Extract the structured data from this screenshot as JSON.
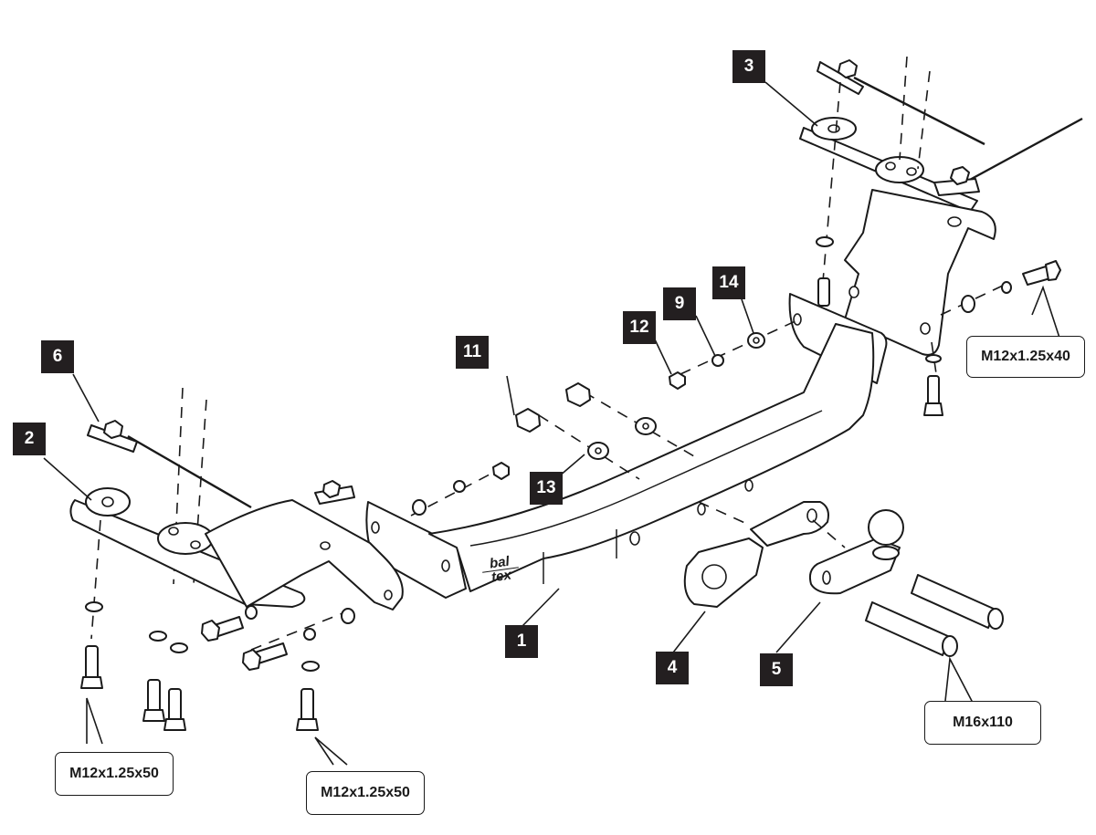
{
  "diagram": {
    "title": "",
    "type": "exploded-parts-view",
    "brand_logo": {
      "line1": "bal",
      "line2": "tex"
    },
    "part_callouts": [
      {
        "number": "1",
        "part": "main-crossbar"
      },
      {
        "number": "2",
        "part": "left-mounting-bracket"
      },
      {
        "number": "3",
        "part": "right-mounting-bracket"
      },
      {
        "number": "4",
        "part": "socket-plate"
      },
      {
        "number": "5",
        "part": "tow-ball-neck"
      },
      {
        "number": "6",
        "part": "fish-wire-plate"
      },
      {
        "number": "9",
        "part": "spring-washer"
      },
      {
        "number": "11",
        "part": "lock-nut"
      },
      {
        "number": "12",
        "part": "nut"
      },
      {
        "number": "13",
        "part": "flat-washer"
      },
      {
        "number": "14",
        "part": "flat-washer"
      }
    ],
    "bolt_specs": [
      {
        "id": "right-bracket-bolt",
        "label": "M12x1.25x40"
      },
      {
        "id": "ball-bolts",
        "label": "M16x110"
      },
      {
        "id": "left-bracket-bolts",
        "label": "M12x1.25x50"
      },
      {
        "id": "center-bracket-bolt",
        "label": "M12x1.25x50"
      }
    ]
  }
}
